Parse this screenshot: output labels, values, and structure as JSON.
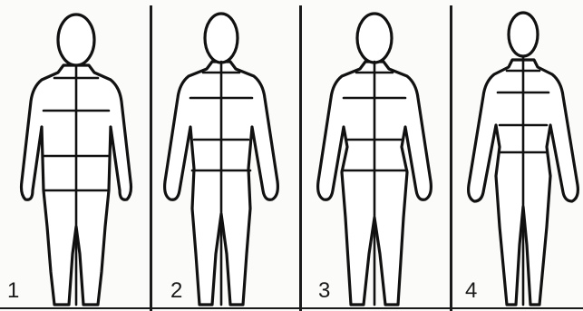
{
  "figure": {
    "panels": [
      {
        "number": "1",
        "body_shape": "rectangle"
      },
      {
        "number": "2",
        "body_shape": "inverted-triangle"
      },
      {
        "number": "3",
        "body_shape": "hourglass"
      },
      {
        "number": "4",
        "body_shape": "slim-tall"
      }
    ],
    "colors": {
      "line": "#111111",
      "paper": "#fbfbf9"
    }
  }
}
